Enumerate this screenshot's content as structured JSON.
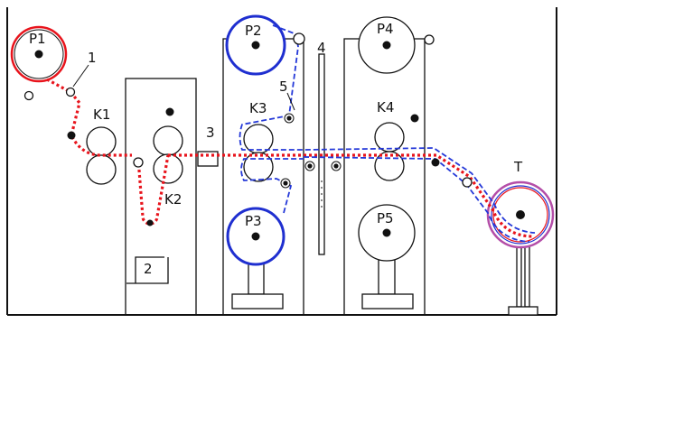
{
  "labels": {
    "p1": "P1",
    "p2": "P2",
    "p3": "P3",
    "p4": "P4",
    "p5": "P5",
    "t": "T",
    "k1": "K1",
    "k2": "K2",
    "k3": "K3",
    "k4": "K4",
    "n1": "1",
    "n2": "2",
    "n3": "3",
    "n4": "4",
    "n5": "5"
  },
  "colors": {
    "red_path": "#e8141c",
    "blue_path": "#2438d8",
    "roll_blue": "#1f2fd0",
    "roll_red": "#e8141c",
    "roll_multi": "#b44ea8",
    "line": "#111111"
  }
}
